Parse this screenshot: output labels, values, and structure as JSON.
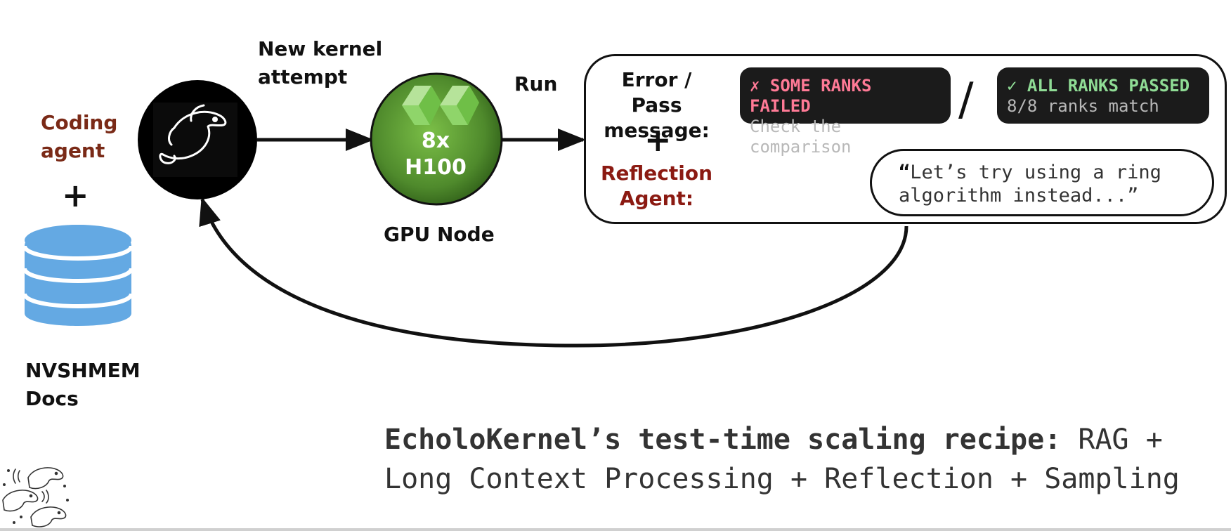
{
  "coding_agent": {
    "line1": "Coding",
    "line2": "agent"
  },
  "docs": {
    "line1": "NVSHMEM",
    "line2": "Docs"
  },
  "plus_signs": [
    "+",
    "+"
  ],
  "arrows": {
    "new_kernel_line1": "New kernel",
    "new_kernel_line2": "attempt",
    "run": "Run"
  },
  "gpu_node": {
    "count": "8x",
    "model": "H100",
    "label": "GPU Node"
  },
  "result": {
    "error_pass_line1": "Error / Pass",
    "error_pass_line2": "message:",
    "slash": "/",
    "fail_title": "✗ SOME RANKS FAILED",
    "fail_sub": "Check the comparison",
    "pass_title": "✓ ALL RANKS PASSED",
    "pass_sub": "8/8 ranks match",
    "reflection_line1": "Reflection",
    "reflection_line2": "Agent:",
    "thought_open_quote": "“",
    "thought_line1": "Let’s try using a ring",
    "thought_line2": "algorithm instead...”"
  },
  "caption": {
    "bold_part": "EcholoKernel’s test-time scaling recipe:",
    "rest_line1": " RAG +",
    "line2": "Long Context Processing + Reflection + Sampling"
  },
  "colors": {
    "agent_label": "#7a2a17",
    "reflection_label": "#8b1a12",
    "database": "#64a9e3",
    "gpu_green": "#4f8a2c",
    "fail_text": "#ff7a96",
    "pass_text": "#8fdc95"
  },
  "icons": [
    "dolphin-icon",
    "database-icon",
    "nvidia-logo-icon",
    "dolphin-pod-icon",
    "thought-dots-icon"
  ]
}
